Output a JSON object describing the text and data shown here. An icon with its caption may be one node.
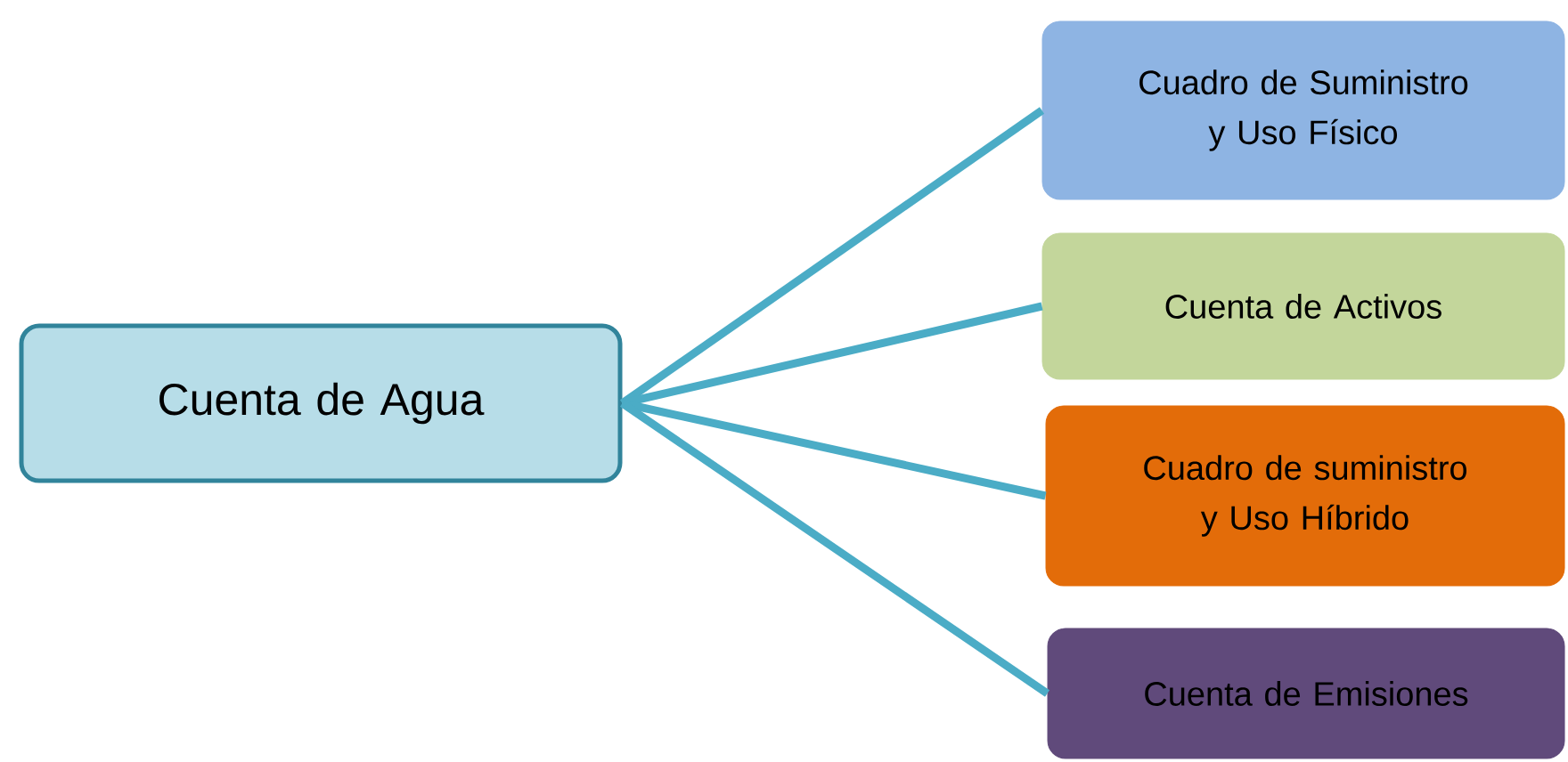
{
  "diagram": {
    "nodes": [
      {
        "text": [
          "Cuenta de Agua"
        ]
      },
      {
        "text": [
          "Cuadro de Suministro y Uso Físico"
        ]
      },
      {
        "text": [
          "Cuenta de Activos"
        ]
      },
      {
        "text": [
          "Cuadro de suministro y Uso Híbrido"
        ]
      },
      {
        "text": [
          "Cuenta de Emisiones"
        ]
      }
    ],
    "edges": [
      {
        "from": 0,
        "to": 1,
        "arrow": "none"
      },
      {
        "from": 0,
        "to": 2,
        "arrow": "none"
      },
      {
        "from": 0,
        "to": 3,
        "arrow": "none"
      },
      {
        "from": 0,
        "to": 4,
        "arrow": "none"
      }
    ]
  }
}
